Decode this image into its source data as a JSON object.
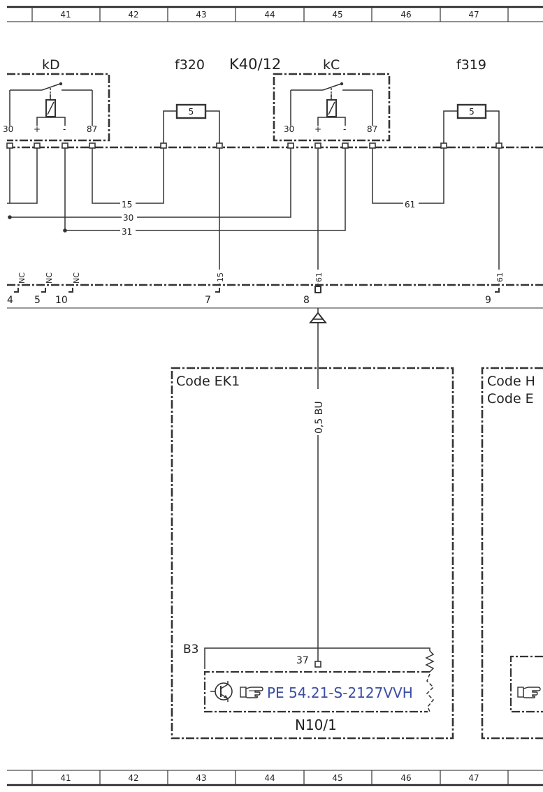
{
  "ruler": {
    "columns": [
      "41",
      "42",
      "43",
      "44",
      "45",
      "46",
      "47"
    ]
  },
  "components": {
    "relay_kd": {
      "label": "kD",
      "pins": {
        "p30": "30",
        "plus": "+",
        "minus": "-",
        "p87": "87"
      }
    },
    "fuse_f320": {
      "label": "f320",
      "rating": "5"
    },
    "module_label": "K40/12",
    "relay_kc": {
      "label": "kC",
      "pins": {
        "p30": "30",
        "plus": "+",
        "minus": "-",
        "p87": "87"
      }
    },
    "fuse_f319": {
      "label": "f319",
      "rating": "5"
    }
  },
  "wires": {
    "w15": "15",
    "w30": "30",
    "w31": "31",
    "w61": "61"
  },
  "connector": {
    "pin_tags": {
      "nc1": "NC",
      "nc2": "NC",
      "nc3": "NC",
      "p15": "15",
      "p61a": "61",
      "p61b": "61"
    },
    "pin_numbers": {
      "n4": "4",
      "n5": "5",
      "n10": "10",
      "n7": "7",
      "n8": "8",
      "n9": "9"
    }
  },
  "code_boxes": {
    "ek1": {
      "title": "Code EK1",
      "wire_spec": "0,5 BU",
      "sensor_label": "B3",
      "pin": "37",
      "reference": "PE 54.21-S-2127VVH",
      "unit_label": "N10/1"
    },
    "right_box": {
      "line1": "Code H",
      "line2": "Code E"
    }
  },
  "icons": {
    "ref_hand": "pointing-hand-icon",
    "transistor": "transistor-symbol-icon"
  },
  "colors": {
    "link": "#3a4fa0",
    "line": "#333333"
  }
}
